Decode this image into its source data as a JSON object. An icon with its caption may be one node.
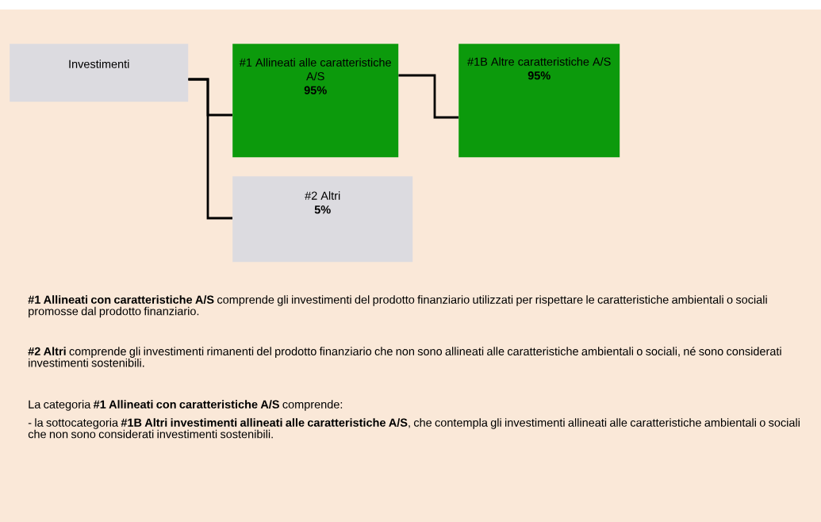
{
  "diagram": {
    "nodes": [
      {
        "text": [
          "Investimenti"
        ]
      },
      {
        "text": [
          "#1 Allineati alle caratteristiche A/S",
          "95%"
        ]
      },
      {
        "text": [
          "#1B Altre caratteristiche A/S",
          "95%"
        ]
      },
      {
        "text": [
          "#2 Altri",
          "5%"
        ]
      }
    ],
    "edges": [
      {
        "from": 0,
        "to": 1,
        "arrow": "none"
      },
      {
        "from": 0,
        "to": 3,
        "arrow": "none"
      },
      {
        "from": 1,
        "to": 2,
        "arrow": "none"
      }
    ],
    "labels": [
      "**#1 Allineati con caratteristiche A/S** comprende gli investimenti del prodotto finanziario utilizzati per rispettare le caratteristiche ambientali o sociali promosse dal prodotto finanziario.",
      "**#2 Altri** comprende gli investimenti rimanenti del prodotto finanziario che non sono allineati alle caratteristiche ambientali o sociali, né sono considerati investimenti sostenibili.",
      "La categoria **#1 Allineati con caratteristiche A/S** comprende:",
      "- la sottocategoria **#1B Altri investimenti allineati alle caratteristiche A/S**, che contempla gli investimenti allineati alle caratteristiche ambientali o sociali che non sono considerati investimenti sostenibili."
    ]
  }
}
